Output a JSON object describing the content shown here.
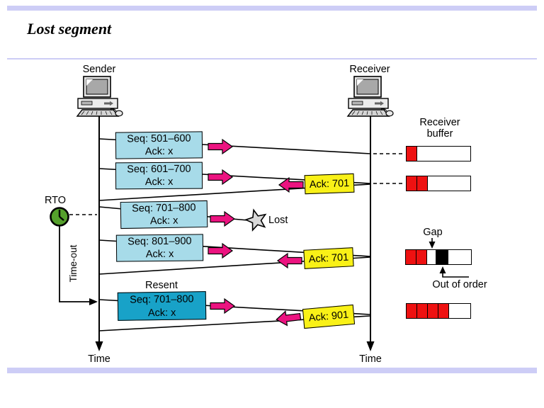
{
  "slide": {
    "title": "Lost segment"
  },
  "nodes": {
    "sender": "Sender",
    "receiver": "Receiver",
    "time_left": "Time",
    "time_right": "Time"
  },
  "segments": [
    {
      "seq": "Seq: 501–600",
      "ack": "Ack: x"
    },
    {
      "seq": "Seq: 601–700",
      "ack": "Ack: x"
    },
    {
      "seq": "Seq: 701–800",
      "ack": "Ack: x"
    },
    {
      "seq": "Seq: 801–900",
      "ack": "Ack: x"
    }
  ],
  "resent": {
    "label": "Resent",
    "seq": "Seq: 701–800",
    "ack": "Ack: x"
  },
  "acks": [
    {
      "label": "Ack: 701"
    },
    {
      "label": "Ack: 701"
    },
    {
      "label": "Ack: 901"
    }
  ],
  "annotations": {
    "lost": "Lost",
    "rto": "RTO",
    "timeout": "Time-out",
    "gap": "Gap",
    "out_of_order": "Out of order",
    "receiver_buffer_line1": "Receiver",
    "receiver_buffer_line2": "buffer"
  },
  "colors": {
    "lavender": "#cdcdf6",
    "seg_fill": "#a7dbe9",
    "resent_fill": "#18a2c8",
    "ack_fill": "#f9f117",
    "arrow_pink": "#ec1380",
    "buffer_red": "#ee1111",
    "ooo_black": "#000000",
    "clock_green": "#55a02c",
    "star_fill": "#d9d9d9"
  },
  "buffers": [
    {
      "cells": [
        {
          "color": "#ee1111",
          "w": 15
        },
        {
          "color": "#ffffff",
          "w": null
        }
      ]
    },
    {
      "cells": [
        {
          "color": "#ee1111",
          "w": 15
        },
        {
          "color": "#ee1111",
          "w": 15
        },
        {
          "color": "#ffffff",
          "w": null
        }
      ]
    },
    {
      "cells": [
        {
          "color": "#ee1111",
          "w": 15
        },
        {
          "color": "#ee1111",
          "w": 15
        },
        {
          "color": "#ffffff",
          "w": 13
        },
        {
          "color": "#000000",
          "w": 17
        },
        {
          "color": "#ffffff",
          "w": null
        }
      ]
    },
    {
      "cells": [
        {
          "color": "#ee1111",
          "w": 15
        },
        {
          "color": "#ee1111",
          "w": 15
        },
        {
          "color": "#ee1111",
          "w": 15
        },
        {
          "color": "#ee1111",
          "w": 15
        },
        {
          "color": "#ffffff",
          "w": null
        }
      ]
    }
  ]
}
